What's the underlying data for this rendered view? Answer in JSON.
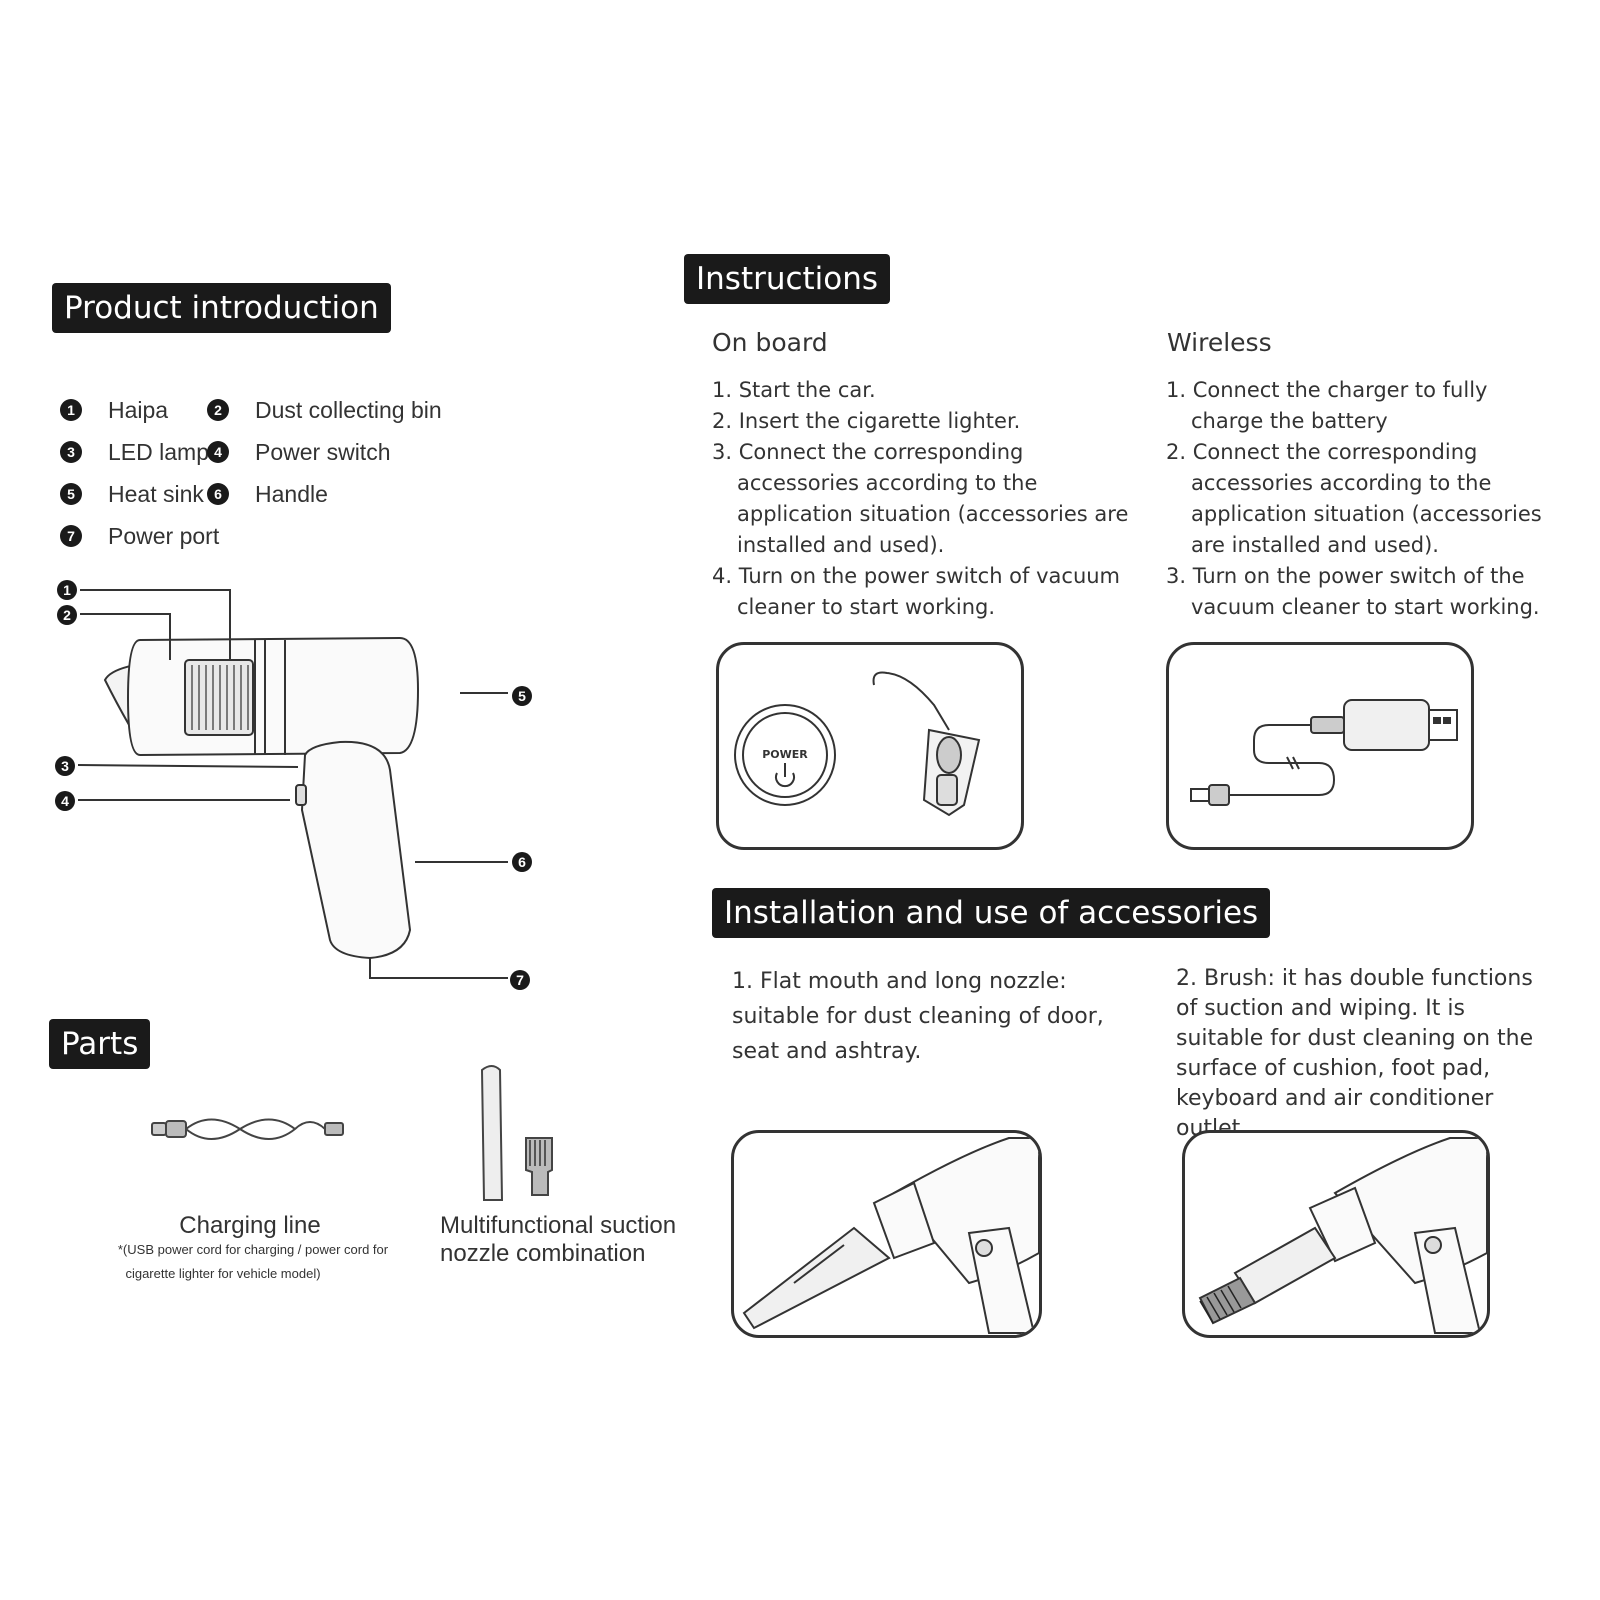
{
  "product_intro": {
    "heading": "Product introduction",
    "legend": [
      {
        "num": "1",
        "label": "Haipa"
      },
      {
        "num": "2",
        "label": "Dust collecting bin"
      },
      {
        "num": "3",
        "label": "LED lamp"
      },
      {
        "num": "4",
        "label": "Power switch"
      },
      {
        "num": "5",
        "label": "Heat sink"
      },
      {
        "num": "6",
        "label": "Handle"
      },
      {
        "num": "7",
        "label": "Power port"
      }
    ],
    "callouts": [
      "1",
      "2",
      "3",
      "4",
      "5",
      "6",
      "7"
    ]
  },
  "parts": {
    "heading": "Parts",
    "charging_line": {
      "title": "Charging line",
      "note_line1": "*(USB power cord for charging / power cord for",
      "note_line2": "cigarette lighter for vehicle model)"
    },
    "nozzle": {
      "title_line1": "Multifunctional suction",
      "title_line2": "nozzle combination"
    }
  },
  "instructions": {
    "heading": "Instructions",
    "on_board": {
      "title": "On board",
      "steps": [
        "1. Start the car.",
        "2. Insert the cigarette lighter.",
        "3. Connect the corresponding accessories according to the application situation (accessories are installed and used).",
        "4. Turn on the power switch of vacuum cleaner to start working."
      ],
      "power_button_text": "POWER"
    },
    "wireless": {
      "title": "Wireless",
      "steps": [
        "1. Connect the charger to fully charge the battery",
        "2. Connect the corresponding accessories according to the application situation (accessories are installed and used).",
        "3. Turn on the power switch of the vacuum cleaner to start working."
      ]
    }
  },
  "accessories": {
    "heading": "Installation and use of accessories",
    "item1": "1. Flat mouth and long nozzle: suitable for dust cleaning of door, seat and ashtray.",
    "item2": "2. Brush: it has double functions of suction and wiping. It is suitable for dust cleaning on the surface of cushion, foot pad, keyboard and air conditioner outlet."
  }
}
